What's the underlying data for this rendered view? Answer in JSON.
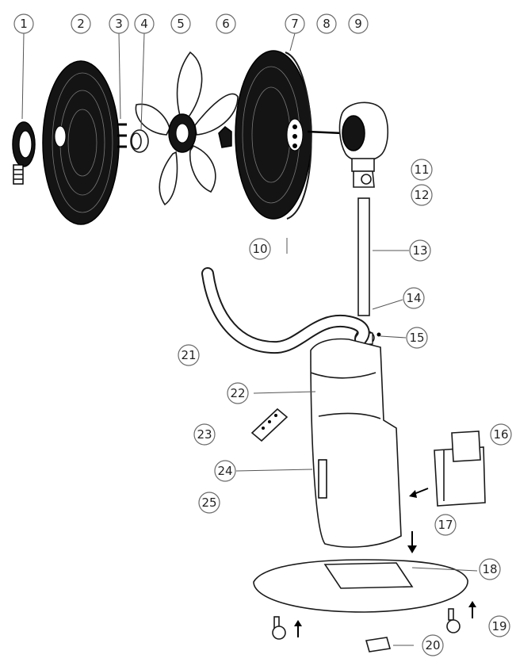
{
  "labels": [
    {
      "id": "1",
      "text": "1"
    },
    {
      "id": "2",
      "text": "2"
    },
    {
      "id": "3",
      "text": "3"
    },
    {
      "id": "4",
      "text": "4"
    },
    {
      "id": "5",
      "text": "5"
    },
    {
      "id": "6",
      "text": "6"
    },
    {
      "id": "7",
      "text": "7"
    },
    {
      "id": "8",
      "text": "8"
    },
    {
      "id": "9",
      "text": "9"
    },
    {
      "id": "10",
      "text": "10"
    },
    {
      "id": "11",
      "text": "11"
    },
    {
      "id": "12",
      "text": "12"
    },
    {
      "id": "13",
      "text": "13"
    },
    {
      "id": "14",
      "text": "14"
    },
    {
      "id": "15",
      "text": "15"
    },
    {
      "id": "16",
      "text": "16"
    },
    {
      "id": "17",
      "text": "17"
    },
    {
      "id": "18",
      "text": "18"
    },
    {
      "id": "19",
      "text": "19"
    },
    {
      "id": "20",
      "text": "20"
    },
    {
      "id": "21",
      "text": "21"
    },
    {
      "id": "22",
      "text": "22"
    },
    {
      "id": "23",
      "text": "23"
    },
    {
      "id": "24",
      "text": "24"
    },
    {
      "id": "25",
      "text": "25"
    }
  ],
  "colors": {
    "ink": "#1a1a1a",
    "grill": "#141414",
    "paper": "#ffffff"
  }
}
